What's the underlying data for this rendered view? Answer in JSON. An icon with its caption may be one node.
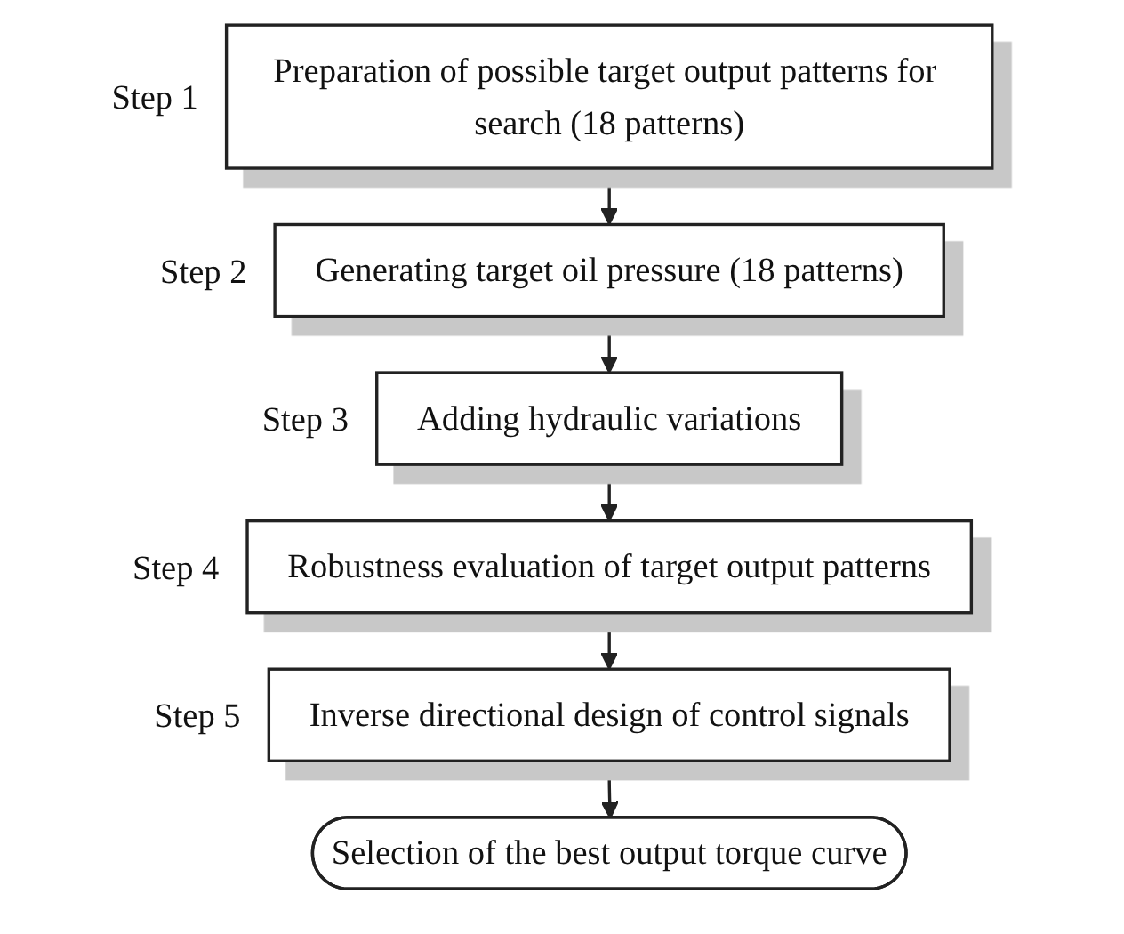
{
  "diagram": {
    "nodes": [
      {
        "text": [
          "Preparation of possible target output patterns for search (18 patterns)"
        ],
        "beside": [
          "Step 1"
        ]
      },
      {
        "text": [
          "Generating target oil pressure (18 patterns)"
        ],
        "beside": [
          "Step 2"
        ]
      },
      {
        "text": [
          "Adding hydraulic variations"
        ],
        "beside": [
          "Step 3"
        ]
      },
      {
        "text": [
          "Robustness evaluation of target output patterns"
        ],
        "beside": [
          "Step 4"
        ]
      },
      {
        "text": [
          "Inverse directional design of control signals"
        ],
        "beside": [
          "Step 5"
        ]
      },
      {
        "text": [
          "Selection of the best output torque curve"
        ]
      }
    ],
    "edges": [
      {
        "from": 0,
        "to": 1,
        "arrow": "to"
      },
      {
        "from": 1,
        "to": 2,
        "arrow": "to"
      },
      {
        "from": 2,
        "to": 3,
        "arrow": "to"
      },
      {
        "from": 3,
        "to": 4,
        "arrow": "to"
      },
      {
        "from": 4,
        "to": 5,
        "arrow": "to"
      }
    ]
  }
}
